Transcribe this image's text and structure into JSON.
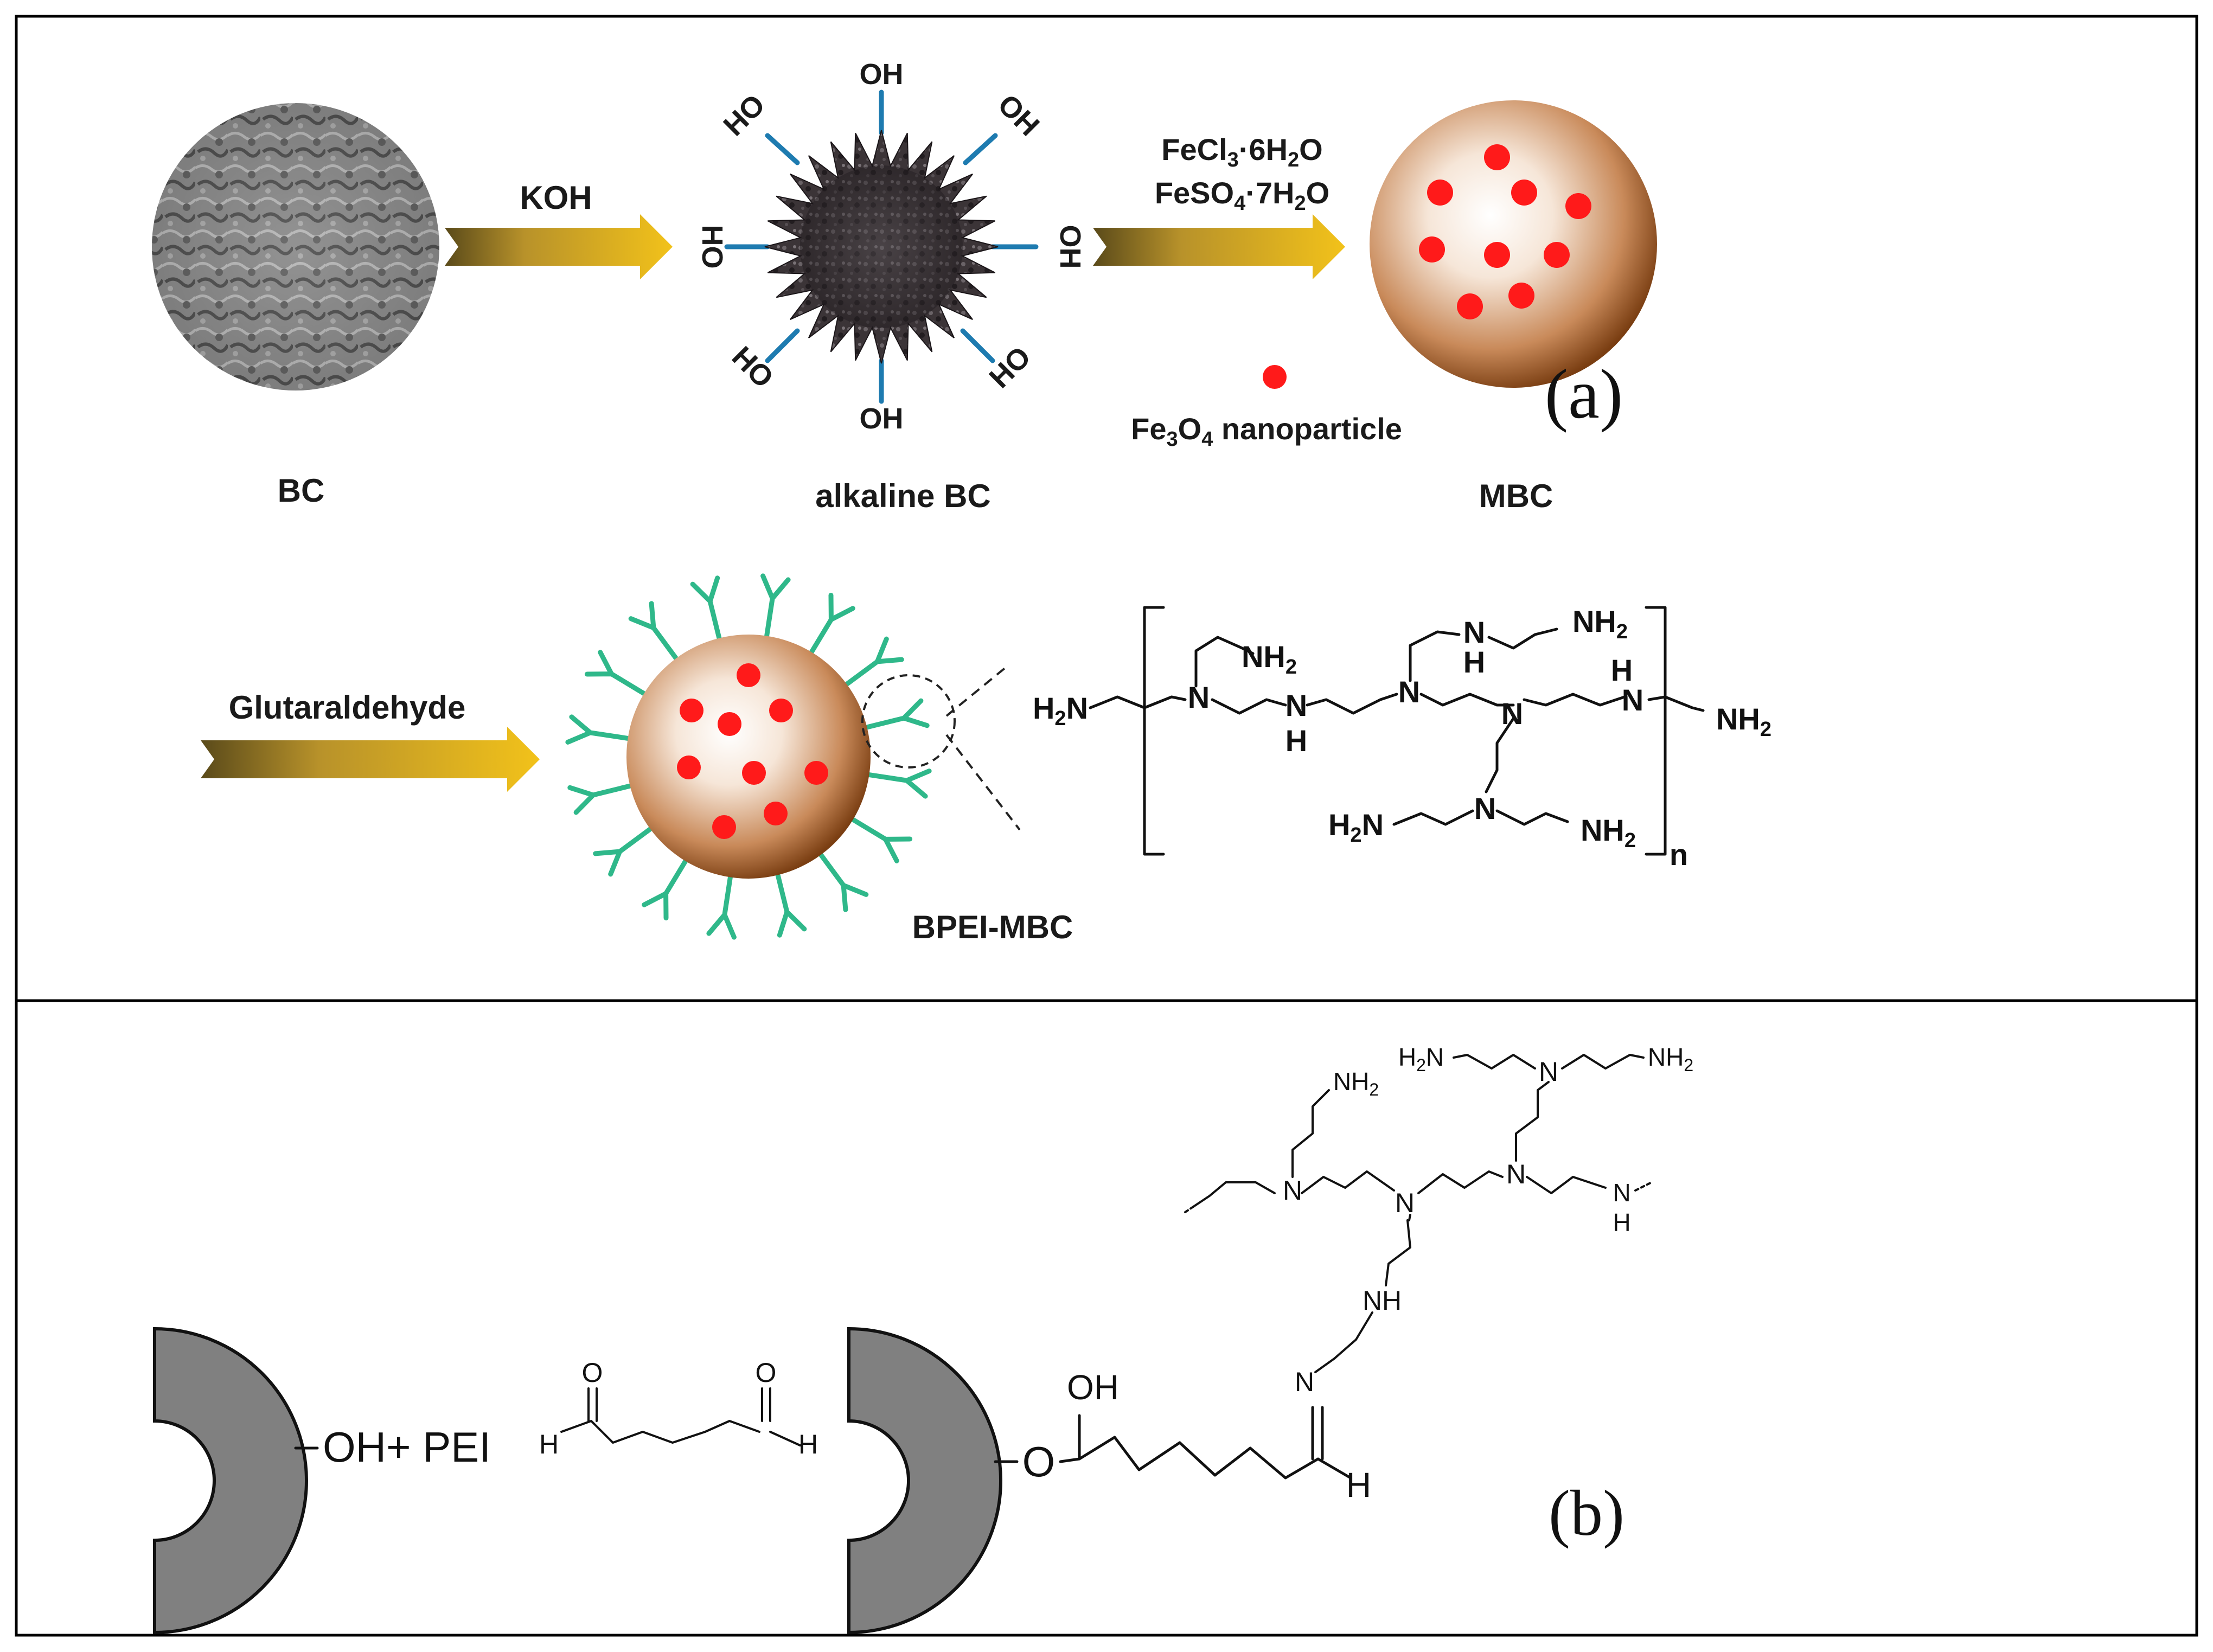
{
  "panel_a": {
    "label": "(a)",
    "bc_label": "BC",
    "koh_label": "KOH",
    "alkaline_label": "alkaline BC",
    "oh_group": "OH",
    "ho_group": "HO",
    "reagent_line1": "FeCl3·6H2O",
    "reagent_line2": "FeSO4·7H2O",
    "mbc_label": "MBC",
    "nanoparticle_label": "Fe3O4 nanoparticle",
    "glutaraldehyde_label": "Glutaraldehyde",
    "bpei_mbc_label": "BPEI-MBC",
    "bpei_structure": {
      "nh2": "NH2",
      "n": "N",
      "h": "H",
      "h2n": "H2N",
      "subscript_n": "n"
    }
  },
  "panel_b": {
    "label": "(b)",
    "oh_plus_pei": "OH+ PEI",
    "carbonyl_o": "O",
    "aldehyde_h": "H",
    "ether_o": "O",
    "hydroxyl": "OH",
    "imine_n": "N",
    "nh": "NH",
    "nh2": "NH2",
    "h2n": "H2N",
    "n": "N",
    "h": "H"
  },
  "colors": {
    "arrow_gold": "#e0b21c",
    "sphere_brown": "#8a4b1c",
    "dot_red": "#ff1a1a",
    "branch_green": "#2fb88a",
    "stick_blue": "#1e7bb0",
    "carrier_gray": "#808080"
  }
}
